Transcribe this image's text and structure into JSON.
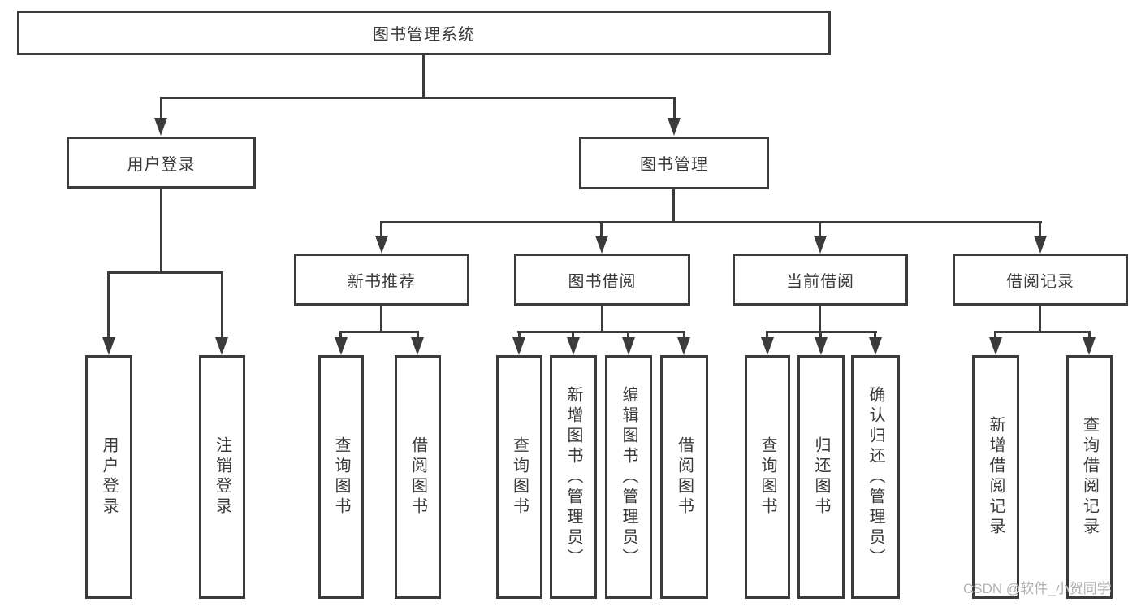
{
  "colors": {
    "line": "#3b3b3b",
    "text": "#3a3a3a",
    "background": "#ffffff",
    "watermark": "#b2b2b2"
  },
  "watermark": {
    "text": "CSDN @软件_小贺同学"
  },
  "tree": {
    "root": {
      "label": "图书管理系统"
    },
    "user_login": {
      "label": "用户登录",
      "children": [
        {
          "label": "用户登录"
        },
        {
          "label": "注销登录"
        }
      ]
    },
    "book_management": {
      "label": "图书管理",
      "sections": [
        {
          "label": "新书推荐",
          "children": [
            {
              "label": "查询图书"
            },
            {
              "label": "借阅图书"
            }
          ]
        },
        {
          "label": "图书借阅",
          "children": [
            {
              "label": "查询图书"
            },
            {
              "label": "新增图书（管理员）"
            },
            {
              "label": "编辑图书（管理员）"
            },
            {
              "label": "借阅图书"
            }
          ]
        },
        {
          "label": "当前借阅",
          "children": [
            {
              "label": "查询图书"
            },
            {
              "label": "归还图书"
            },
            {
              "label": "确认归还（管理员）"
            }
          ]
        },
        {
          "label": "借阅记录",
          "children": [
            {
              "label": "新增借阅记录"
            },
            {
              "label": "查询借阅记录"
            }
          ]
        }
      ]
    }
  }
}
